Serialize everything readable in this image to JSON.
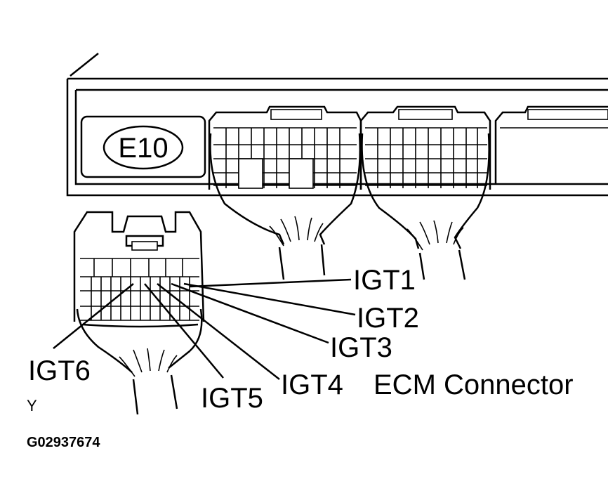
{
  "connector_id": "E10",
  "title": "ECM Connector",
  "terminals": [
    {
      "label": "IGT1"
    },
    {
      "label": "IGT2"
    },
    {
      "label": "IGT3"
    },
    {
      "label": "IGT4"
    },
    {
      "label": "IGT5"
    },
    {
      "label": "IGT6"
    }
  ],
  "view_mark": "Y",
  "figure_code": "G02937674"
}
